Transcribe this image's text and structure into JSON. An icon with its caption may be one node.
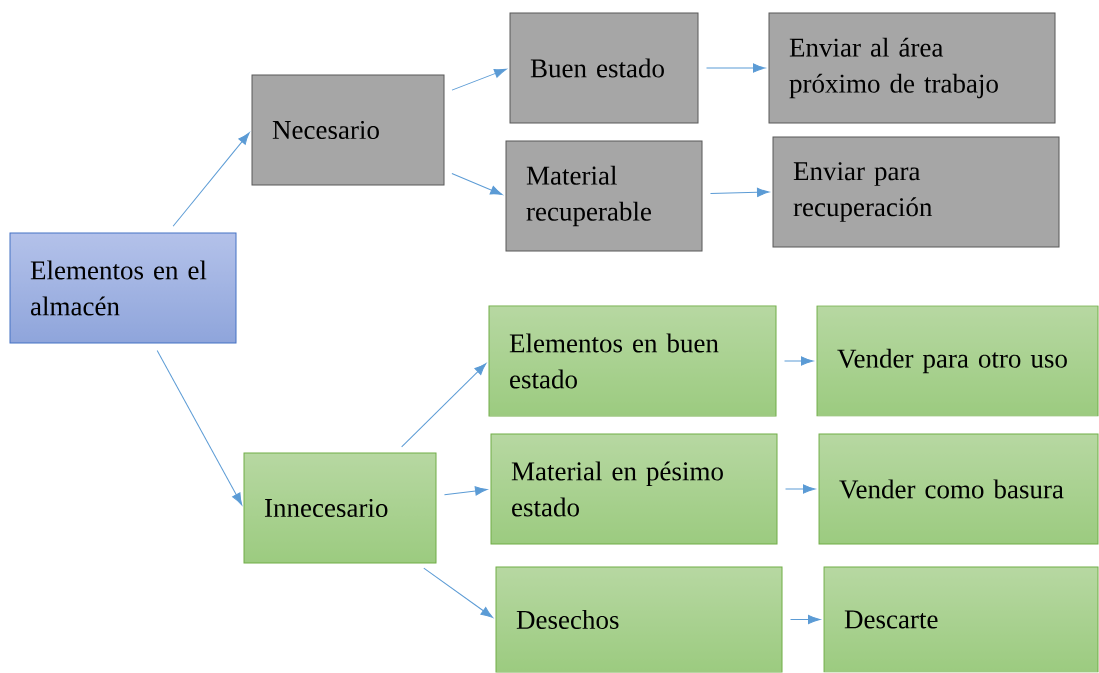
{
  "diagram": {
    "nodes": [
      {
        "text": [
          "Elementos en el almacén"
        ]
      },
      {
        "text": [
          "Necesario"
        ]
      },
      {
        "text": [
          "Buen estado"
        ]
      },
      {
        "text": [
          "Material recuperable"
        ]
      },
      {
        "text": [
          "Enviar al área próximo de trabajo"
        ]
      },
      {
        "text": [
          "Enviar para recuperación"
        ]
      },
      {
        "text": [
          "Innecesario"
        ]
      },
      {
        "text": [
          "Elementos en buen estado"
        ]
      },
      {
        "text": [
          "Material en pésimo estado"
        ]
      },
      {
        "text": [
          "Desechos"
        ]
      },
      {
        "text": [
          "Vender para otro uso"
        ]
      },
      {
        "text": [
          "Vender como basura"
        ]
      },
      {
        "text": [
          "Descarte"
        ]
      }
    ],
    "edges": [
      {
        "from": 0,
        "to": 1,
        "arrow": "to"
      },
      {
        "from": 0,
        "to": 6,
        "arrow": "to"
      },
      {
        "from": 1,
        "to": 2,
        "arrow": "to"
      },
      {
        "from": 1,
        "to": 3,
        "arrow": "to"
      },
      {
        "from": 2,
        "to": 4,
        "arrow": "to"
      },
      {
        "from": 3,
        "to": 5,
        "arrow": "to"
      },
      {
        "from": 6,
        "to": 7,
        "arrow": "to"
      },
      {
        "from": 6,
        "to": 8,
        "arrow": "to"
      },
      {
        "from": 6,
        "to": 9,
        "arrow": "to"
      },
      {
        "from": 7,
        "to": 10,
        "arrow": "to"
      },
      {
        "from": 8,
        "to": 11,
        "arrow": "to"
      },
      {
        "from": 9,
        "to": 12,
        "arrow": "to"
      }
    ]
  }
}
